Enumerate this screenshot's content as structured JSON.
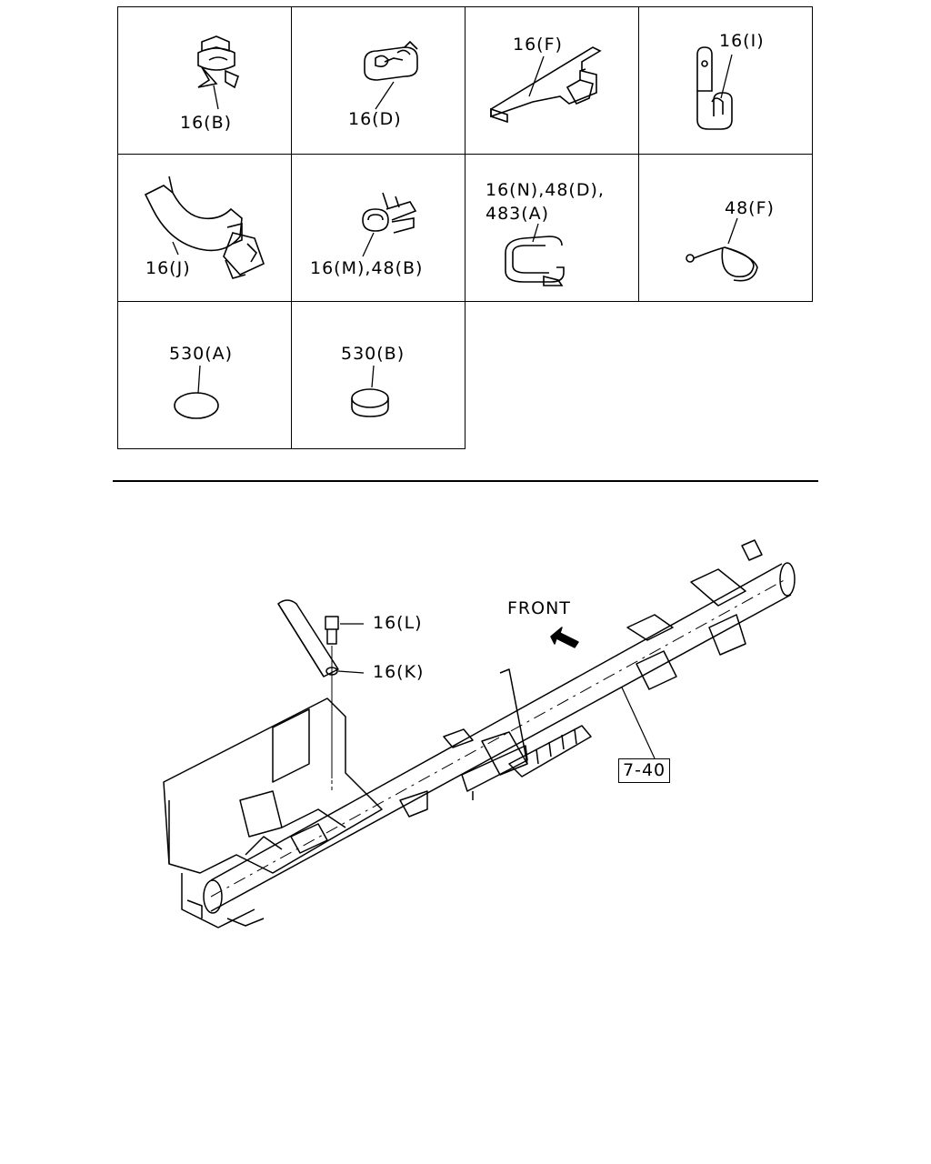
{
  "parts": [
    {
      "id": "b",
      "label": "16(B)",
      "icon": "clip-b-icon"
    },
    {
      "id": "d",
      "label": "16(D)",
      "icon": "clip-d-icon"
    },
    {
      "id": "f",
      "label": "16(F)",
      "icon": "clip-f-icon"
    },
    {
      "id": "i",
      "label": "16(I)",
      "icon": "clip-i-icon"
    },
    {
      "id": "j",
      "label": "16(J)",
      "icon": "clip-j-icon"
    },
    {
      "id": "m",
      "label": "16(M),48(B)",
      "icon": "clip-m-icon"
    },
    {
      "id": "n",
      "label_line1": "16(N),48(D),",
      "label_line2": "483(A)",
      "icon": "clip-n-icon"
    },
    {
      "id": "48f",
      "label": "48(F)",
      "icon": "tie-48f-icon"
    },
    {
      "id": "530a",
      "label": "530(A)",
      "icon": "plug-530a-icon"
    },
    {
      "id": "530b",
      "label": "530(B)",
      "icon": "plug-530b-icon"
    }
  ],
  "main_diagram": {
    "front_label": "FRONT",
    "callouts": {
      "part_16l": "16(L)",
      "part_16k": "16(K)",
      "ref_7_40": "7-40"
    }
  }
}
